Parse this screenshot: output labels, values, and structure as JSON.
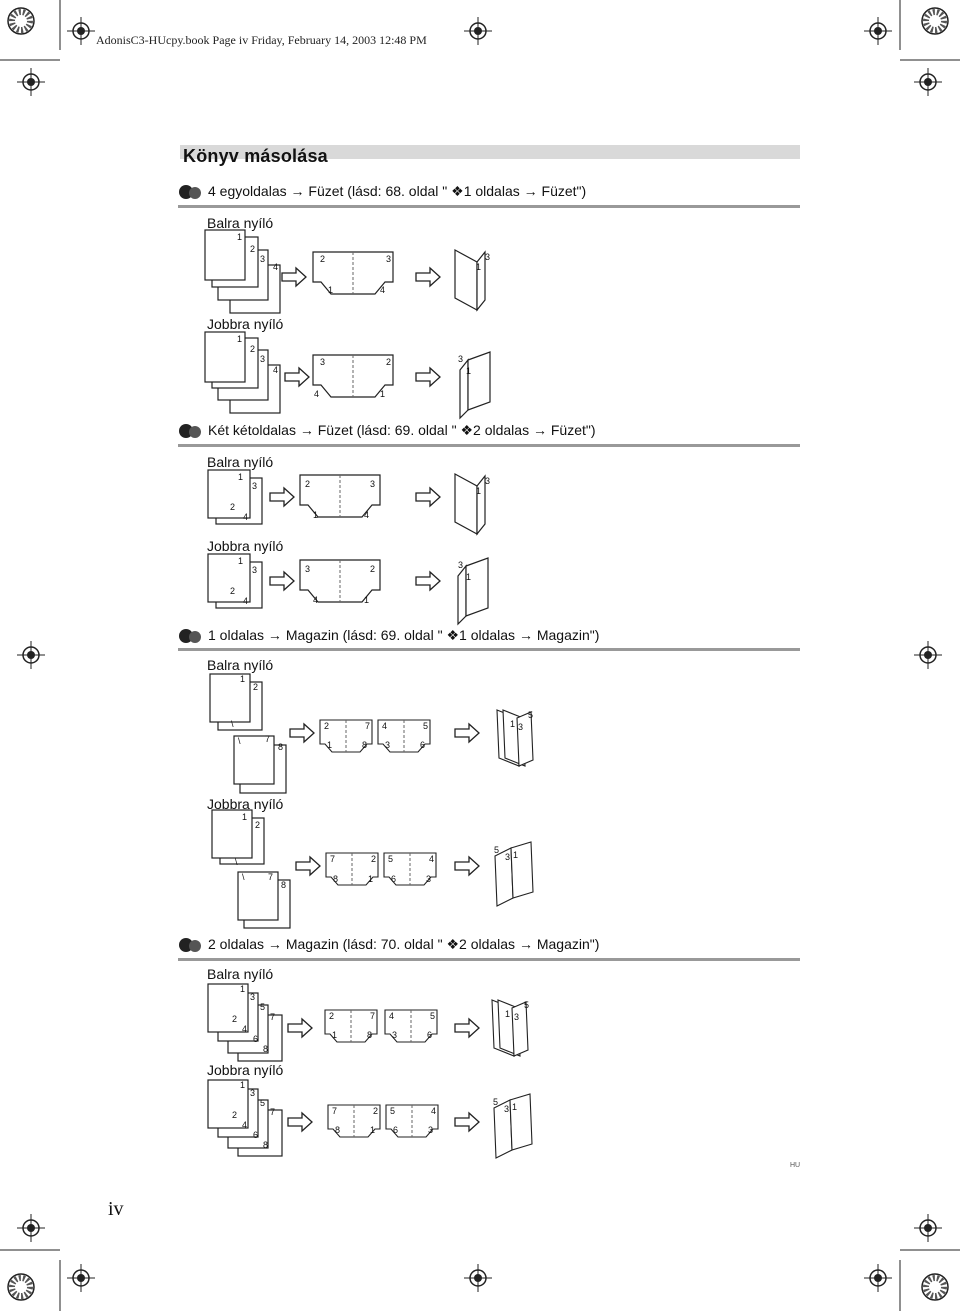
{
  "print_header": "AdonisC3-HUcpy.book  Page iv  Friday, February 14, 2003   12:48 PM",
  "page_title": "Könyv másolása",
  "sections": [
    {
      "pre": "4 egyoldalas",
      "mid": "Füzet (",
      "ref": "lásd: 68. oldal",
      "q": " \"",
      "mark": "❖",
      "post": "1 oldalas",
      "end": "Füzet\")"
    },
    {
      "pre": "Két kétoldalas",
      "mid": "Füzet (",
      "ref": "lásd: 69. oldal",
      "q": " \"",
      "mark": "❖",
      "post": "2 oldalas",
      "end": "Füzet\")"
    },
    {
      "pre": "1 oldalas",
      "mid": "Magazin (",
      "ref": "lásd: 69. oldal",
      "q": " \"",
      "mark": "❖",
      "post": "1 oldalas",
      "end": "Magazin\")"
    },
    {
      "pre": "2 oldalas",
      "mid": "Magazin (",
      "ref": "lásd: 70. oldal",
      "q": " \"",
      "mark": "❖",
      "post": "2 oldalas",
      "end": "Magazin\")"
    }
  ],
  "labels": {
    "left_open": "Balra nyíló",
    "right_open": "Jobbra nyíló"
  },
  "lang_tag": "HU",
  "page_number": "iv"
}
